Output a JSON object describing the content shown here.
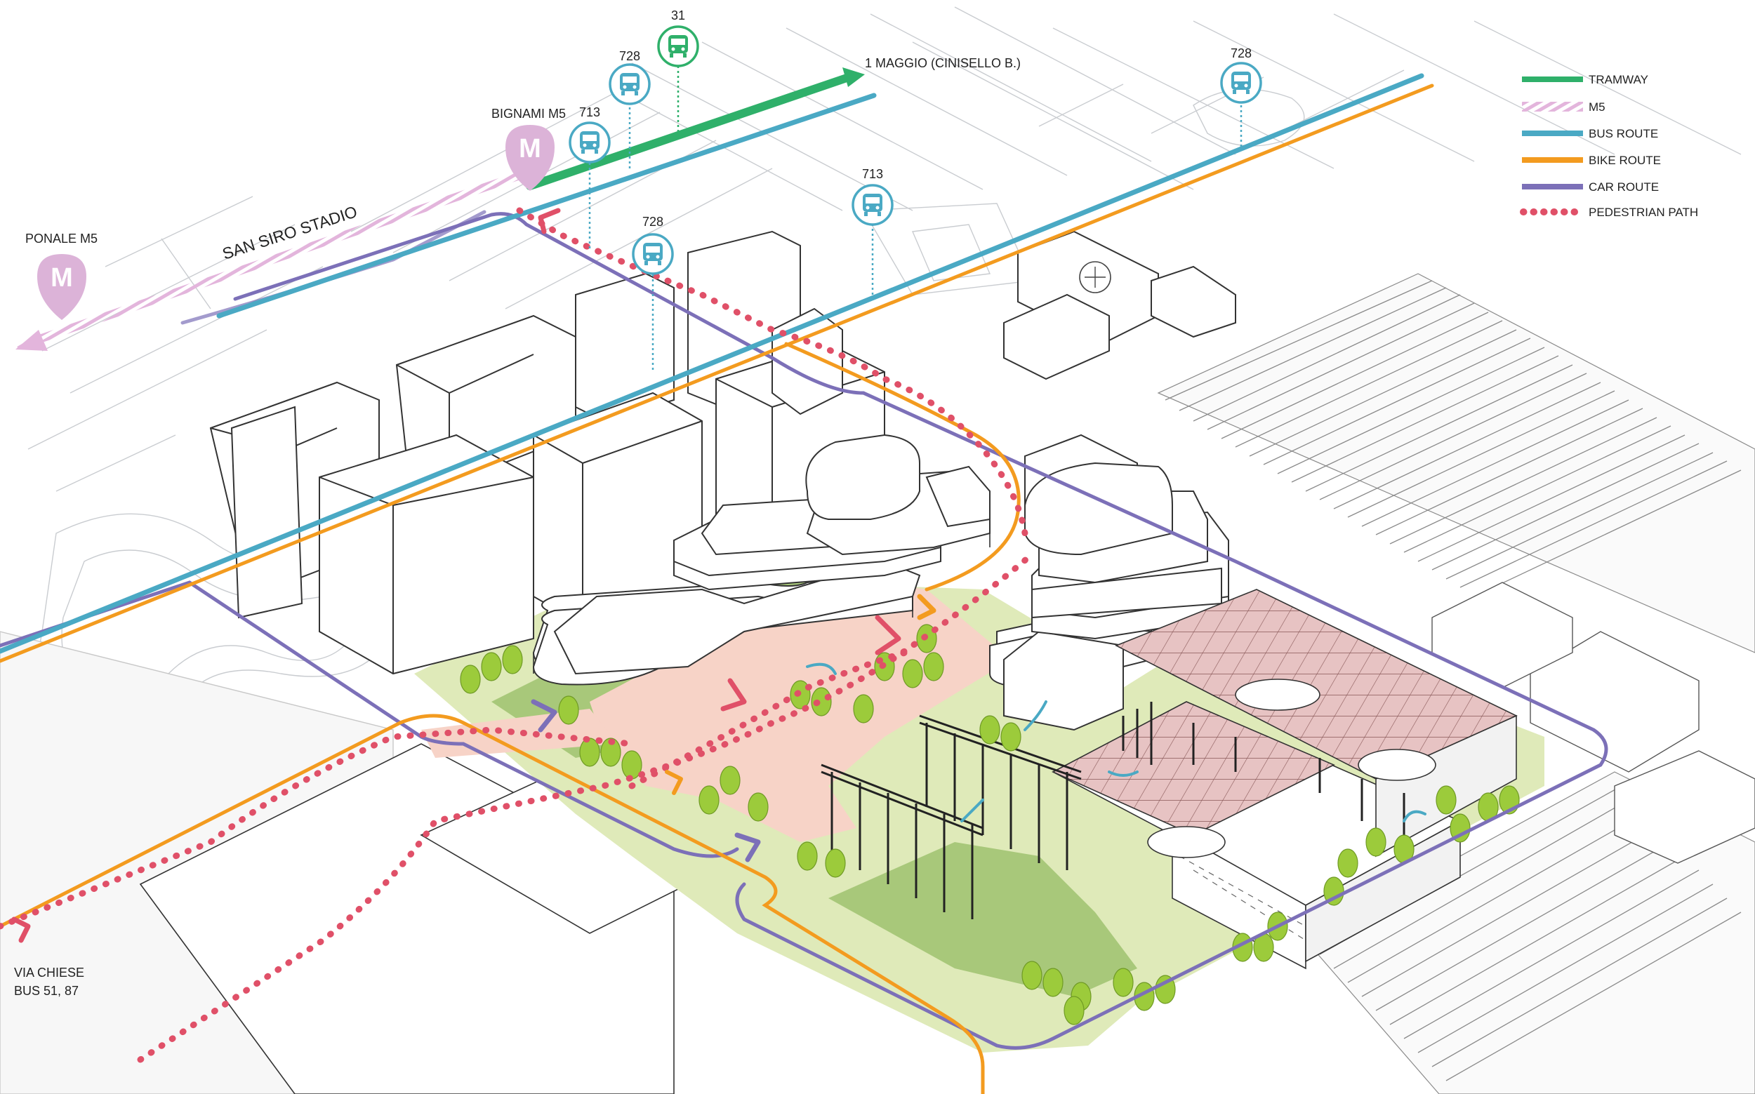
{
  "legend": {
    "items": [
      {
        "label": "TRAMWAY",
        "color": "#2fb06a",
        "style": "solid"
      },
      {
        "label": "M5",
        "color": "#e6b8dd",
        "style": "hatched"
      },
      {
        "label": "BUS ROUTE",
        "color": "#4aa9c4",
        "style": "solid"
      },
      {
        "label": "BIKE ROUTE",
        "color": "#f39b1f",
        "style": "solid"
      },
      {
        "label": "CAR ROUTE",
        "color": "#7c70b8",
        "style": "solid"
      },
      {
        "label": "PEDESTRIAN PATH",
        "color": "#e05068",
        "style": "dotted"
      }
    ]
  },
  "labels": {
    "bignami": "BIGNAMI M5",
    "ponale": "PONALE M5",
    "san_siro": "SAN SIRO STADIO",
    "maggio": "1 MAGGIO (CINISELLO B.)",
    "via_chiese_1": "VIA CHIESE",
    "via_chiese_2": "BUS 51, 87"
  },
  "metro_marker": {
    "letter": "M",
    "icon": "metro-pin-icon",
    "color": "#dcb3d8"
  },
  "stops": [
    {
      "number": "31",
      "kind": "tram",
      "icon": "tram-icon"
    },
    {
      "number": "728",
      "kind": "bus",
      "icon": "bus-icon"
    },
    {
      "number": "713",
      "kind": "bus",
      "icon": "bus-icon"
    },
    {
      "number": "728",
      "kind": "bus",
      "icon": "bus-icon"
    },
    {
      "number": "713",
      "kind": "bus",
      "icon": "bus-icon"
    },
    {
      "number": "728",
      "kind": "bus",
      "icon": "bus-icon"
    }
  ]
}
